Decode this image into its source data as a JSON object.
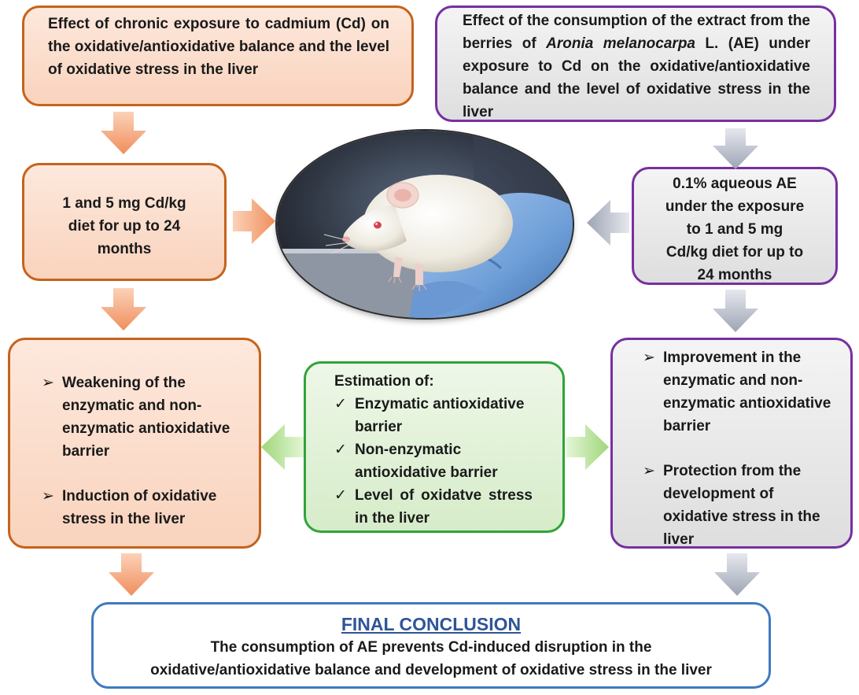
{
  "box_top_left": {
    "text": "Effect of chronic exposure to cadmium (Cd) on the oxidative/antioxidative balance and the level of oxidative stress in the liver"
  },
  "box_top_right": {
    "text_before": "Effect of the consumption of the extract from the berries of ",
    "species": "Aronia melanocarpa",
    "text_after": " L. (AE) under exposure to Cd on the oxidative/antioxidative balance and the level of oxidative stress in the liver"
  },
  "box_mid_left": {
    "lines": [
      "1 and 5 mg Cd/kg",
      "diet for up to 24",
      "months"
    ]
  },
  "box_mid_right": {
    "lines": [
      "0.1% aqueous AE",
      "under the exposure",
      "to 1 and 5 mg",
      "Cd/kg diet for up to",
      "24 months"
    ]
  },
  "box_low_left": {
    "bullet_marker": "➢",
    "items": [
      "Weakening of the enzymatic and non-enzymatic antioxidative barrier",
      "Induction of oxidative stress in the liver"
    ]
  },
  "box_center": {
    "heading": "Estimation of:",
    "check_marker": "✓",
    "items": [
      "Enzymatic antioxidative barrier",
      "Non-enzymatic antioxidative barrier",
      "Level of oxidatve stress in the liver"
    ]
  },
  "box_low_right": {
    "bullet_marker": "➢",
    "items": [
      "Improvement in the enzymatic and non-enzymatic antioxidative barrier",
      "Protection from the development of oxidative stress in the liver"
    ]
  },
  "final": {
    "title": "FINAL CONCLUSION",
    "line1": "The consumption of AE prevents Cd-induced disruption in the",
    "line2": "oxidative/antioxidative balance and development of oxidative stress in the liver"
  },
  "colors": {
    "orange_border": "#c5631c",
    "purple_border": "#7630a0",
    "green_border": "#2fa43b",
    "blue_border": "#3f7abf",
    "orange_arrow": "#f4a074",
    "grey_arrow": "#b8bcc8",
    "green_arrow": "#b6e39a",
    "title_blue": "#2f5597"
  },
  "image": {
    "subject": "white-lab-rat-in-gloved-hand"
  }
}
